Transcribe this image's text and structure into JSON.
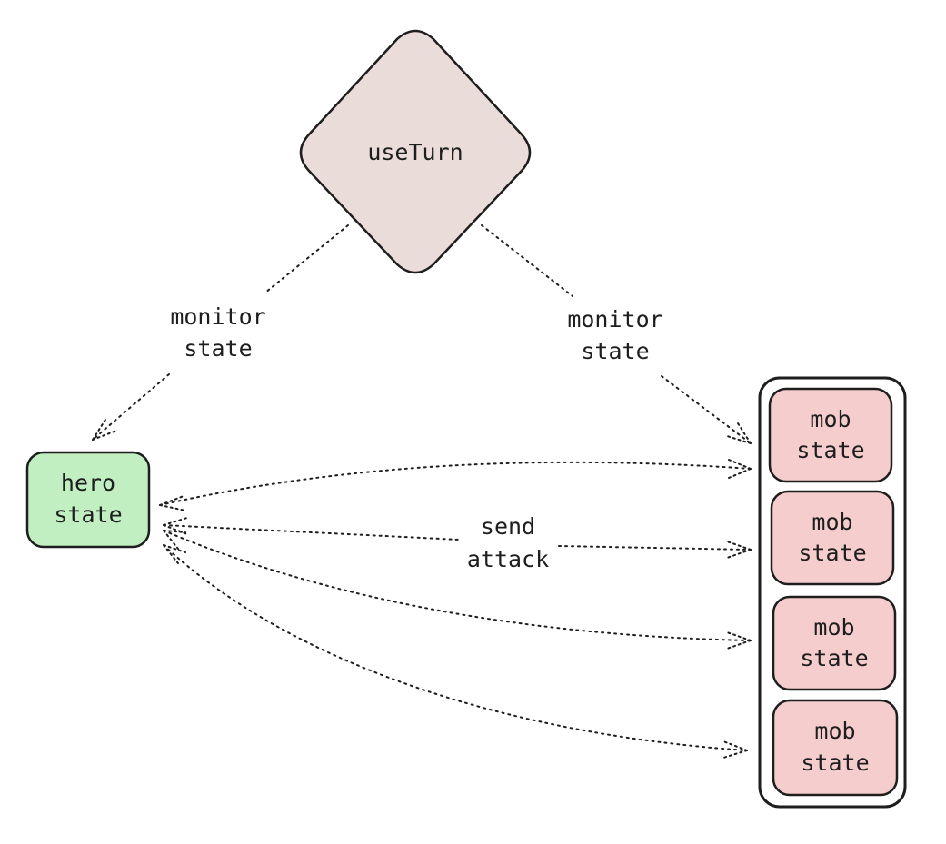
{
  "nodes": {
    "use_turn": {
      "label": "useTurn",
      "fill": "#eaddd9"
    },
    "hero": {
      "line1": "hero",
      "line2": "state",
      "fill": "#c1efc1"
    },
    "mobs": [
      {
        "line1": "mob",
        "line2": "state",
        "fill": "#f5cdcd"
      },
      {
        "line1": "mob",
        "line2": "state",
        "fill": "#f5cdcd"
      },
      {
        "line1": "mob",
        "line2": "state",
        "fill": "#f5cdcd"
      },
      {
        "line1": "mob",
        "line2": "state",
        "fill": "#f5cdcd"
      }
    ]
  },
  "edge_labels": {
    "monitor_left": {
      "line1": "monitor",
      "line2": "state"
    },
    "monitor_right": {
      "line1": "monitor",
      "line2": "state"
    },
    "send_attack": {
      "line1": "send",
      "line2": "attack"
    }
  },
  "colors": {
    "stroke": "#1e1e1e",
    "background": "#ffffff"
  }
}
